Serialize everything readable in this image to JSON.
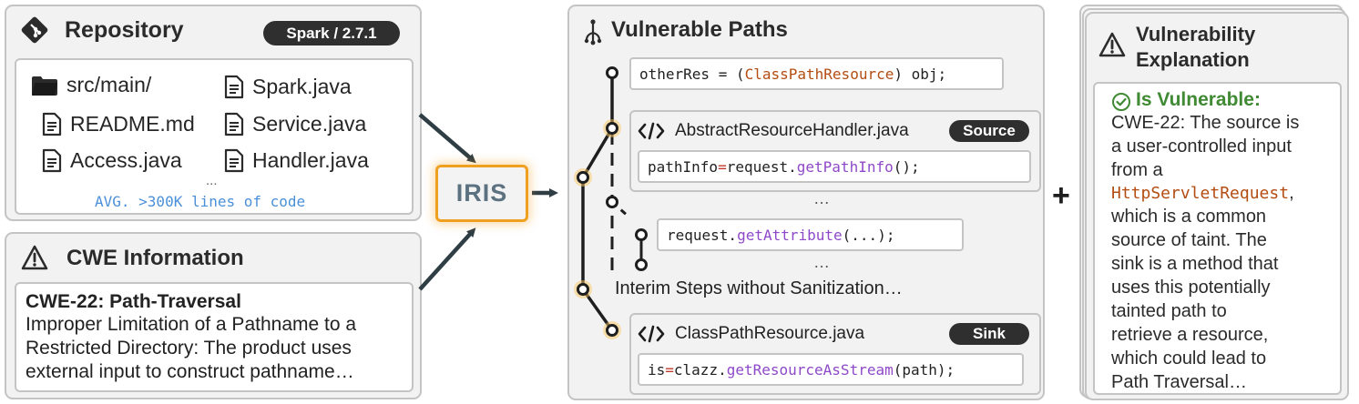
{
  "repository": {
    "title": "Repository",
    "badge": "Spark / 2.7.1",
    "files": [
      "src/main/",
      "Spark.java",
      "README.md",
      "Service.java",
      "Access.java",
      "Handler.java"
    ],
    "more": "...",
    "loc": "AVG. >300K lines of code"
  },
  "cwe": {
    "title": "CWE Information",
    "heading": "CWE-22: Path-Traversal",
    "lines": [
      "Improper Limitation of a Pathname to a",
      "Restricted Directory: The product uses",
      "external input to construct pathname…"
    ]
  },
  "iris": {
    "label": "IRIS"
  },
  "paths": {
    "title": "Vulnerable Paths",
    "step1": {
      "pre": "otherRes = (",
      "cls": "ClassPathResource",
      "post": ") obj;"
    },
    "source_file": "AbstractResourceHandler.java",
    "source_badge": "Source",
    "source_code": {
      "pre": "pathInfo ",
      "op": "=",
      "mid": " request.",
      "fn": "getPathInfo",
      "post": "();"
    },
    "more1": "…",
    "step2": {
      "pre": "request.",
      "fn": "getAttribute",
      "post": "(...);"
    },
    "more2": "…",
    "interim": "Interim Steps without Sanitization…",
    "sink_file": "ClassPathResource.java",
    "sink_badge": "Sink",
    "sink_code": {
      "pre": "is ",
      "op": "=",
      "mid": " clazz.",
      "fn": "getResourceAsStream",
      "post": "(path);"
    }
  },
  "plus": "+",
  "explanation": {
    "title_line1": "Vulnerability",
    "title_line2": "Explanation",
    "verdict": "Is Vulnerable:",
    "lines": [
      {
        "t": "CWE-22: The source is"
      },
      {
        "t": "a user-controlled input"
      },
      {
        "t": "from a"
      },
      {
        "cls": "HttpServletRequest",
        "t": ","
      },
      {
        "t": "which is a common"
      },
      {
        "t": "source of taint. The"
      },
      {
        "t": "sink is a method that"
      },
      {
        "t": "uses this potentially"
      },
      {
        "t": "tainted path to"
      },
      {
        "t": "retrieve a resource,"
      },
      {
        "t": "which could lead to"
      },
      {
        "t": "Path Traversal…"
      }
    ]
  },
  "colors": {
    "panel_bg": "#f2f2f2",
    "border": "#c4c4c4",
    "accent_orange": "#f0a020",
    "vulnerable_green": "#3f8a33",
    "method_purple": "#8e49c9",
    "class_brown": "#b34d12",
    "loc_blue": "#4a90d9"
  }
}
